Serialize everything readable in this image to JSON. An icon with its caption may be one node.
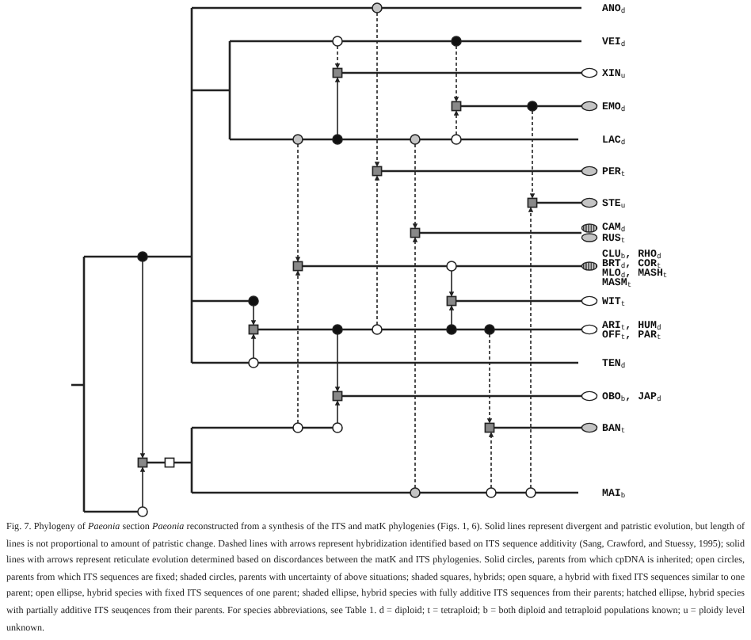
{
  "diagram": {
    "caption": "Fig. 7.   Phylogeny of *Paeonia* section *Paeonia* reconstructed from a synthesis of the ITS and matK phylogenies (Figs. 1, 6). Solid lines represent divergent and patristic evolution, but length of lines is not proportional to amount of patristic change. Dashed lines with arrows represent hybridization identified based on ITS sequence additivity (Sang, Crawford, and Stuessy, 1995); solid lines with arrows represent reticulate evolution determined based on discordances between the matK and ITS phylogenies. Solid circles, parents from which cpDNA is inherited; open circles, parents from which ITS sequences are fixed; shaded circles, parents with uncertainty of above situations; shaded squares, hybrids; open square, a hybrid with fixed ITS sequences similar to one parent; open ellipse, hybrid species with fixed ITS sequences of one parent; shaded ellipse, hybrid species with fully additive ITS sequences from their parents; hatched ellipse, hybrid species with partially additive ITS seuqences from their parents. For species abbreviations, see Table 1. d = diploid; t = tetraploid; b = both diploid and tetraploid populations known; u = ploidy level unknown.",
    "labels": [
      "ANO$_{d}$",
      "VEI$_{d}$",
      "XIN$_{u}$",
      "EMO$_{d}$",
      "LAC$_{d}$",
      "PER$_{t}$",
      "STE$_{u}$",
      "CAM$_{d}$",
      "RUS$_{t}$",
      "CLU$_{b}$, RHO$_{d}$",
      "BRT$_{d}$, COR$_{t}$",
      "MLO$_{d}$, MASH$_{t}$",
      "MASM$_{t}$",
      "WIT$_{t}$",
      "ARI$_{t}$, HUM$_{d}$",
      "OFF$_{t}$, PAR$_{t}$",
      "TEN$_{d}$",
      "OBO$_{b}$, JAP$_{d}$",
      "BAN$_{t}$",
      "MAI$_{b}$"
    ]
  }
}
